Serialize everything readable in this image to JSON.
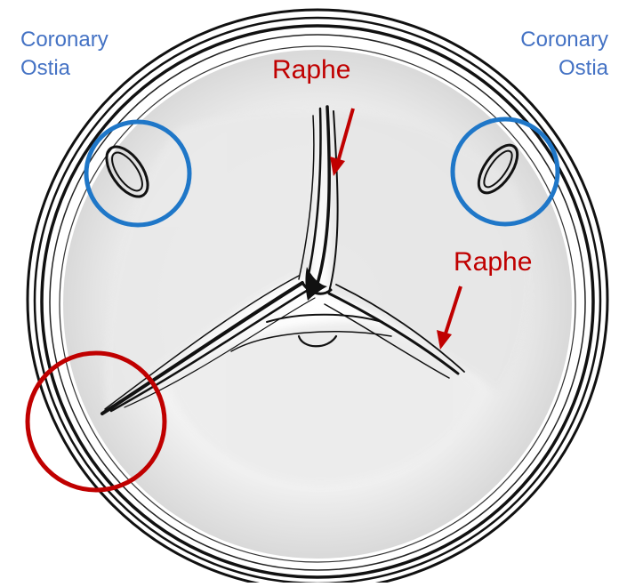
{
  "labels": {
    "ostia_left": {
      "line1": "Coronary",
      "line2": "Ostia"
    },
    "ostia_right": {
      "line1": "Coronary",
      "line2": "Ostia"
    },
    "raphe_top": "Raphe",
    "raphe_right": "Raphe"
  },
  "colors": {
    "ostia_label": "#4472c4",
    "ostia_circle": "#1f77c8",
    "raphe": "#c00000",
    "ink": "#111111",
    "paper": "#ffffff",
    "leaflet_shade": "#e6e6e6"
  }
}
